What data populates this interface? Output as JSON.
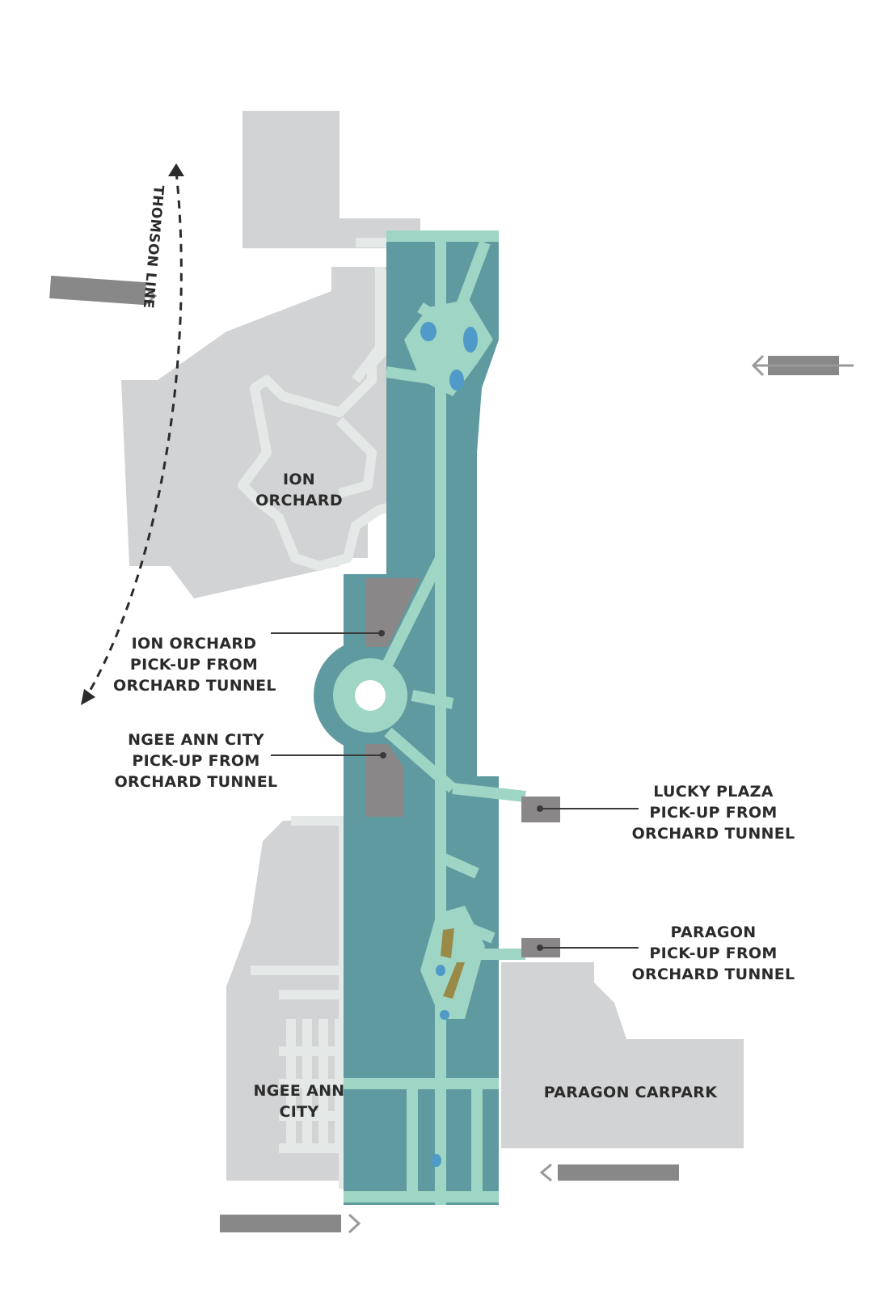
{
  "map": {
    "colors": {
      "building": "#d2d3d4",
      "walkway": "#e4e9e8",
      "road": "#5f9aa0",
      "deck": "#9fd5c4",
      "pickup": "#8a8788",
      "water": "#4f9ac8",
      "planter": "#9a8a48",
      "arrow_bar": "#888888",
      "leader": "#3a3a3a"
    },
    "line_label": "THOMSON LINE",
    "labels": {
      "ion_orchard": [
        "ION",
        "ORCHARD"
      ],
      "ion_pickup": [
        "ION ORCHARD",
        "PICK-UP FROM",
        "ORCHARD TUNNEL"
      ],
      "ngee_ann_pickup": [
        "NGEE ANN CITY",
        "PICK-UP FROM",
        "ORCHARD TUNNEL"
      ],
      "lucky_plaza_pickup": [
        "LUCKY PLAZA",
        "PICK-UP FROM",
        "ORCHARD TUNNEL"
      ],
      "paragon_pickup": [
        "PARAGON",
        "PICK-UP FROM",
        "ORCHARD TUNNEL"
      ],
      "ngee_ann_city": [
        "NGEE ANN",
        "CITY"
      ],
      "paragon_carpark": "PARAGON CARPARK"
    }
  }
}
